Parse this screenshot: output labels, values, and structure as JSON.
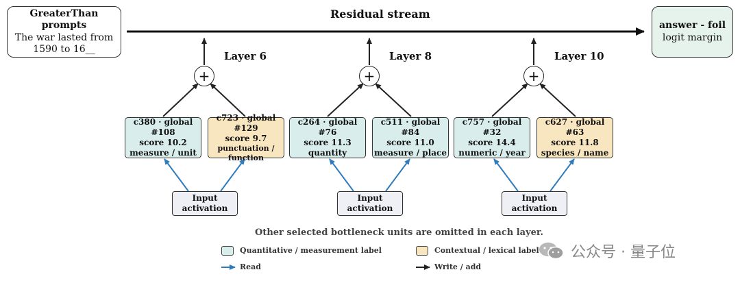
{
  "prompt": {
    "title": "GreaterThan prompts",
    "line1": "The war lasted from",
    "line2": "1590 to 16__"
  },
  "stream": {
    "title": "Residual stream"
  },
  "answer": {
    "title": "answer - foil",
    "subtitle": "logit margin"
  },
  "layers": [
    {
      "label": "Layer 6",
      "input": "Input activation",
      "units": [
        {
          "line1": "c380 · global #108",
          "line2": "score 10.2",
          "line3": "measure / unit",
          "kind": "quantitative"
        },
        {
          "line1": "c723 · global #129",
          "line2": "score 9.7",
          "line3": "punctuation / function",
          "kind": "contextual"
        }
      ]
    },
    {
      "label": "Layer 8",
      "input": "Input activation",
      "units": [
        {
          "line1": "c264 · global #76",
          "line2": "score 11.3",
          "line3": "quantity",
          "kind": "quantitative"
        },
        {
          "line1": "c511 · global #84",
          "line2": "score 11.0",
          "line3": "measure / place",
          "kind": "quantitative"
        }
      ]
    },
    {
      "label": "Layer 10",
      "input": "Input activation",
      "units": [
        {
          "line1": "c757 · global #32",
          "line2": "score 14.4",
          "line3": "numeric / year",
          "kind": "quantitative"
        },
        {
          "line1": "c627 · global #63",
          "line2": "score 11.8",
          "line3": "species / name",
          "kind": "contextual"
        }
      ]
    }
  ],
  "note": "Other selected bottleneck units are omitted in each layer.",
  "legend": {
    "quantitative": "Quantitative / measurement label",
    "contextual": "Contextual / lexical label",
    "read": "Read",
    "write": "Write / add"
  },
  "colors": {
    "quantitative": "#d9eeec",
    "contextual": "#f8e6c0",
    "read_arrow": "#2f7bbd",
    "write_arrow": "#222222",
    "answer_fill": "#e6f2ec",
    "input_fill": "#eef0f6"
  },
  "watermark": {
    "text": "公众号 · 量子位",
    "icon": "wechat-icon"
  }
}
